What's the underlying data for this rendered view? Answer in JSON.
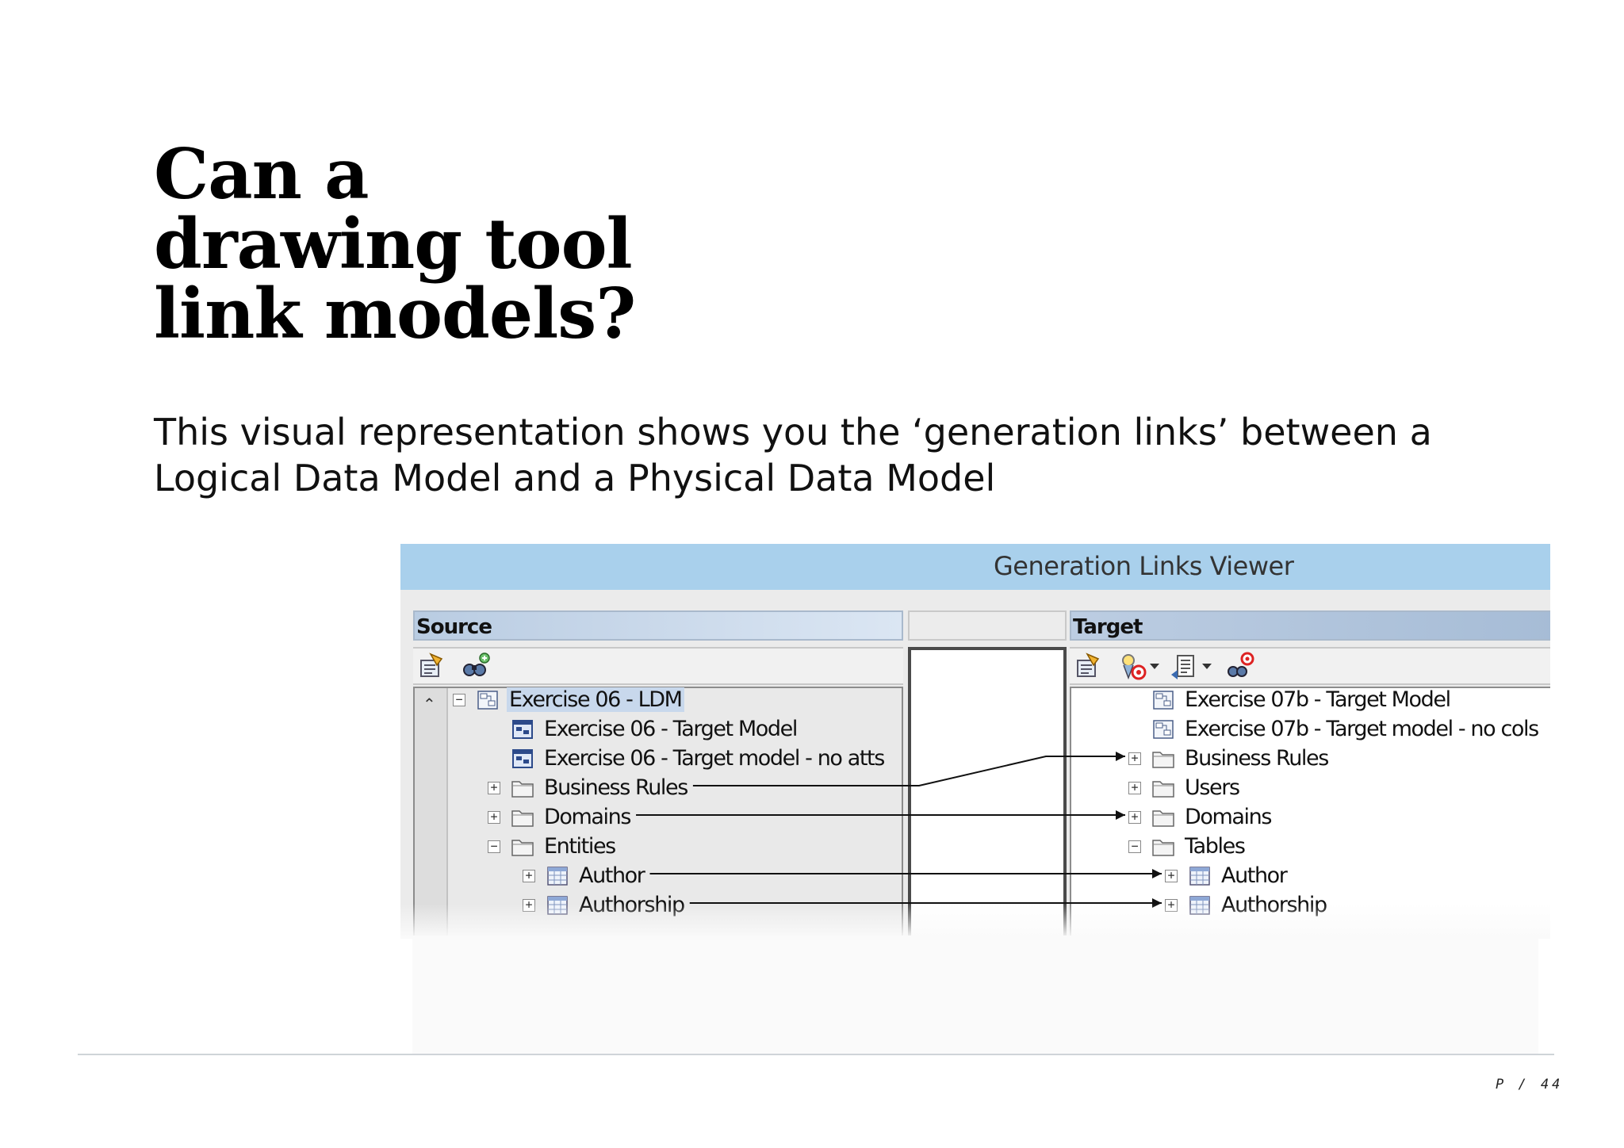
{
  "slide": {
    "title_lines": [
      "Can a",
      "drawing tool",
      "link models?"
    ],
    "subtitle_lines": [
      "This visual representation shows you the ‘generation links’ between a",
      "Logical Data Model and a Physical Data Model"
    ],
    "page_label": "P / 44"
  },
  "viewer": {
    "title": "Generation Links Viewer",
    "source_header": "Source",
    "target_header": "Target",
    "source_toolbar": [
      "properties-icon",
      "find-icon"
    ],
    "target_toolbar": [
      "properties-icon",
      "filter-target-icon",
      "dropdown-icon",
      "list-icon",
      "dropdown-icon",
      "find-target-icon"
    ],
    "source_tree": [
      {
        "label": "Exercise 06 - LDM",
        "expander": "−",
        "icon": "model-icon",
        "selected": true
      },
      {
        "label": "Exercise 06 - Target Model",
        "expander": "",
        "icon": "target-model-icon"
      },
      {
        "label": "Exercise 06 - Target model - no atts",
        "expander": "",
        "icon": "target-model-icon"
      },
      {
        "label": "Business Rules",
        "expander": "+",
        "icon": "folder-icon"
      },
      {
        "label": "Domains",
        "expander": "+",
        "icon": "folder-icon"
      },
      {
        "label": "Entities",
        "expander": "−",
        "icon": "folder-icon"
      },
      {
        "label": "Author",
        "expander": "+",
        "icon": "table-icon"
      },
      {
        "label": "Authorship",
        "expander": "+",
        "icon": "table-icon"
      }
    ],
    "target_tree": [
      {
        "label": "Exercise 07b - Target Model",
        "expander": "",
        "icon": "model-icon"
      },
      {
        "label": "Exercise 07b - Target model - no cols",
        "expander": "",
        "icon": "model-icon"
      },
      {
        "label": "Business Rules",
        "expander": "+",
        "icon": "folder-icon"
      },
      {
        "label": "Users",
        "expander": "+",
        "icon": "folder-icon"
      },
      {
        "label": "Domains",
        "expander": "+",
        "icon": "folder-icon"
      },
      {
        "label": "Tables",
        "expander": "−",
        "icon": "folder-icon"
      },
      {
        "label": "Author",
        "expander": "+",
        "icon": "table-icon"
      },
      {
        "label": "Authorship",
        "expander": "+",
        "icon": "table-icon"
      }
    ],
    "links": [
      {
        "from": "Business Rules",
        "to": "Business Rules"
      },
      {
        "from": "Domains",
        "to": "Domains"
      },
      {
        "from": "Author",
        "to": "Author"
      },
      {
        "from": "Authorship",
        "to": "Authorship"
      }
    ],
    "colors": {
      "title_bar": "#a9d0ec",
      "selection": "#c8d8ec",
      "link_line": "#111111"
    }
  }
}
